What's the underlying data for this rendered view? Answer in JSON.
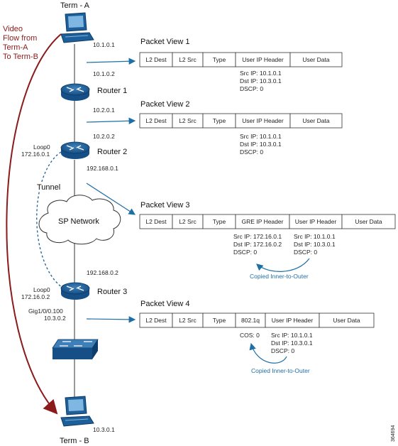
{
  "terminals": {
    "a": {
      "label": "Term - A",
      "ip": "10.1.0.1"
    },
    "b": {
      "label": "Term - B",
      "ip": "10.3.0.1"
    }
  },
  "flow_label": [
    "Video",
    "Flow from",
    "Term-A",
    "To Term-B"
  ],
  "routers": {
    "r1": {
      "label": "Router 1",
      "ip_in": "10.1.0.2",
      "ip_out": "10.2.0.1"
    },
    "r2": {
      "label": "Router 2",
      "ip_in": "10.2.0.2",
      "ip_out": "192.168.0.1",
      "loop_name": "Loop0",
      "loop_ip": "172.16.0.1"
    },
    "r3": {
      "label": "Router 3",
      "ip_in": "192.168.0.2",
      "loop_name": "Loop0",
      "loop_ip": "172.16.0.2",
      "intf": "Gig1/0/0.100",
      "intf_ip": "10.3.0.2"
    }
  },
  "tunnel_label": "Tunnel",
  "cloud_label": "SP Network",
  "packet_views": [
    {
      "title": "Packet View 1",
      "fields": [
        "L2 Dest",
        "L2 Src",
        "Type",
        "User IP Header",
        "User Data"
      ],
      "details": [
        [
          "Src IP: 10.1.0.1",
          "Dst IP: 10.3.0.1",
          "DSCP: 0"
        ]
      ]
    },
    {
      "title": "Packet View 2",
      "fields": [
        "L2 Dest",
        "L2 Src",
        "Type",
        "User IP Header",
        "User Data"
      ],
      "details": [
        [
          "Src IP: 10.1.0.1",
          "Dst IP: 10.3.0.1",
          "DSCP: 0"
        ]
      ]
    },
    {
      "title": "Packet View 3",
      "fields": [
        "L2 Dest",
        "L2 Src",
        "Type",
        "GRE IP Header",
        "User IP Header",
        "User Data"
      ],
      "details": [
        [
          "Src IP: 172.16.0.1",
          "Dst IP: 172.16.0.2",
          "DSCP: 0"
        ],
        [
          "Src IP: 10.1.0.1",
          "Dst IP: 10.3.0.1",
          "DSCP: 0"
        ]
      ],
      "note": "Copied Inner-to-Outer"
    },
    {
      "title": "Packet View 4",
      "fields": [
        "L2 Dest",
        "L2 Src",
        "Type",
        "802.1q",
        "User IP Header",
        "User Data"
      ],
      "details": [
        [
          "COS: 0"
        ],
        [
          "Src IP: 10.1.0.1",
          "Dst IP: 10.3.0.1",
          "DSCP: 0"
        ]
      ],
      "note": "Copied Inner-to-Outer"
    }
  ],
  "figure_id": "364694"
}
